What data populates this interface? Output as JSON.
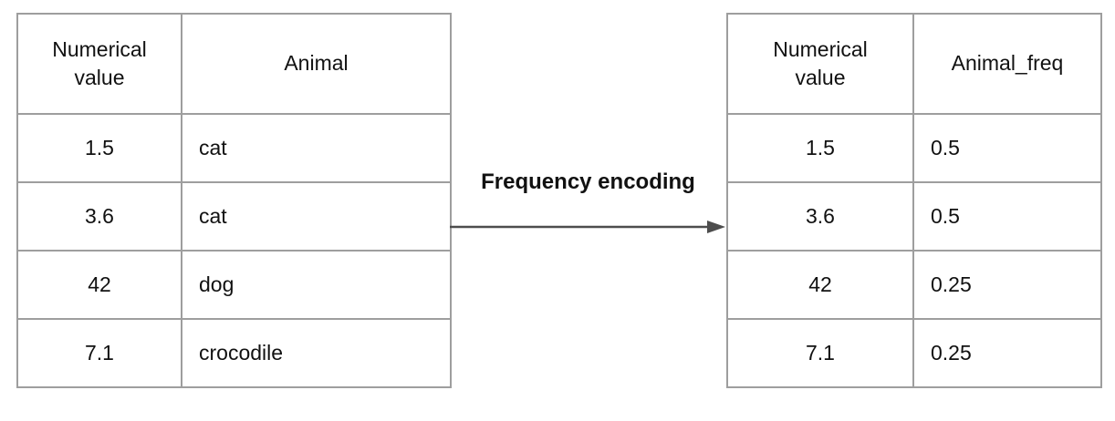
{
  "diagram": {
    "arrow_label": "Frequency encoding"
  },
  "left_table": {
    "headers": [
      "Numerical value",
      "Animal"
    ],
    "rows": [
      [
        "1.5",
        "cat"
      ],
      [
        "3.6",
        "cat"
      ],
      [
        "42",
        "dog"
      ],
      [
        "7.1",
        "crocodile"
      ]
    ]
  },
  "right_table": {
    "headers": [
      "Numerical value",
      "Animal_freq"
    ],
    "rows": [
      [
        "1.5",
        "0.5"
      ],
      [
        "3.6",
        "0.5"
      ],
      [
        "42",
        "0.25"
      ],
      [
        "7.1",
        "0.25"
      ]
    ]
  },
  "colors": {
    "background": "#ffffff",
    "table_border": "#9e9e9e",
    "text": "#111111",
    "arrow": "#4d4d4d"
  }
}
